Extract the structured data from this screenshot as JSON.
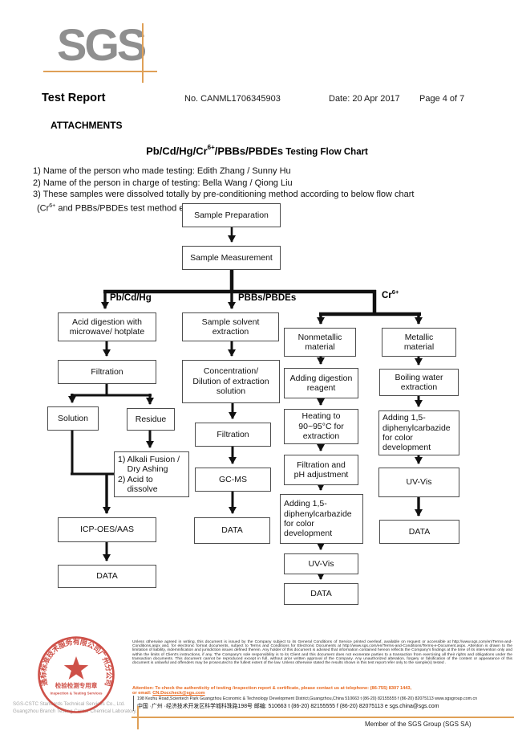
{
  "header": {
    "logo": "SGS",
    "title": "Test Report",
    "report_no": "No. CANML1706345903",
    "date": "Date: 20 Apr 2017",
    "page": "Page 4 of 7"
  },
  "attachments_heading": "ATTACHMENTS",
  "title": {
    "part1": "Pb/Cd/Hg/Cr",
    "sup": "6+",
    "part2": "/PBBs/PBDEs",
    "part3": " Testing Flow Chart"
  },
  "notes": {
    "line1": "1) Name of the person who made testing: Edith Zhang / Sunny Hu",
    "line2": "2) Name of the person in charge of testing: Bella Wang / Qiong Liu",
    "line3": "3) These samples were dissolved totally by pre-conditioning method according to below flow chart",
    "line4_pre": "(Cr",
    "line4_sup": "6+",
    "line4_post": " and PBBs/PBDEs test method excluded)."
  },
  "flowchart": {
    "branches": {
      "left": "Pb/Cd/Hg",
      "middle": "PBBs/PBDEs",
      "right_base": "Cr",
      "right_sup": "6+"
    },
    "nodes": {
      "sample_prep": "Sample Preparation",
      "sample_meas": "Sample Measurement",
      "acid": "Acid digestion with\nmicrowave/ hotplate",
      "filt1": "Filtration",
      "solution": "Solution",
      "residue": "Residue",
      "alkali": "1) Alkali Fusion /\n    Dry Ashing\n2) Acid to\n    dissolve",
      "icp": "ICP-OES/AAS",
      "data1": "DATA",
      "solvent": "Sample solvent\nextraction",
      "conc": "Concentration/\nDilution of extraction\nsolution",
      "filt2": "Filtration",
      "gcms": "GC-MS",
      "data2": "DATA",
      "nonmet": "Nonmetallic\nmaterial",
      "addreag": "Adding digestion\nreagent",
      "heating": "Heating to\n90~95°C for\nextraction",
      "filtph": "Filtration and\npH adjustment",
      "add15n": "Adding 1,5-\ndiphenylcarbazide\nfor color\ndevelopment",
      "uvvisn": "UV-Vis",
      "data3": "DATA",
      "met": "Metallic\nmaterial",
      "boiling": "Boiling water\nextraction",
      "add15m": "Adding 1,5-\ndiphenylcarbazide\nfor color\ndevelopment",
      "uvvism": "UV-Vis",
      "data4": "DATA"
    }
  },
  "stamp": {
    "ring_text": "通标标准技术服务有限公司广州分公司",
    "center_line1": "检验检测专用章",
    "center_line2": "Inspection & Testing Services"
  },
  "company": {
    "line1": "SGS-CSTC Standards Technical Services Co., Ltd.",
    "line2": "Guangzhou Branch Testing Center Chemical Laboratory."
  },
  "footer": {
    "legal": "Unless otherwise agreed in writing, this document is issued by the Company subject to its General Conditions of Service printed overleaf, available on request or accessible at http://www.sgs.com/en/Terms-and-Conditions.aspx and, for electronic format documents, subject to Terms and Conditions for Electronic Documents at http://www.sgs.com/en/Terms-and-Conditions/Terms-e-Document.aspx. Attention is drawn to the limitation of liability, indemnification and jurisdiction issues defined therein. Any holder of this document is advised that information contained hereon reflects the Company's findings at the time of its intervention only and within the limits of Client's instructions, if any. The Company's sole responsibility is to its Client and this document does not exonerate parties to a transaction from exercising all their rights and obligations under the transaction documents. This document cannot be reproduced except in full, without prior written approval of the Company. Any unauthorized alteration, forgery or falsification of the content or appearance of this document is unlawful and offenders may be prosecuted to the fullest extent of the law. Unless otherwise stated the results shown in this test report refer only to the sample(s) tested .",
    "attention_line1": "Attention: To check the authenticity of testing /inspection report & certificate, please contact us at telephone: (86-755) 8307 1443,",
    "attention_prefix": "or email: ",
    "attention_email": "CN.Doccheck@sgs.com",
    "address_en": "198 Kezhu Road,Scientech Park Guangzhou Economic & Technology Development District,Guangzhou,China 510663    t (86-20) 82155555    f (86-20) 82075113    www.sgsgroup.com.cn",
    "address_cn": "中国 ·广州 ·经济技术开发区科学城科珠路198号       邮编: 510663    t (86-20) 82155555    f (86-20) 82075113    e  sgs.china@sgs.com",
    "member": "Member of the SGS Group (SGS SA)"
  }
}
